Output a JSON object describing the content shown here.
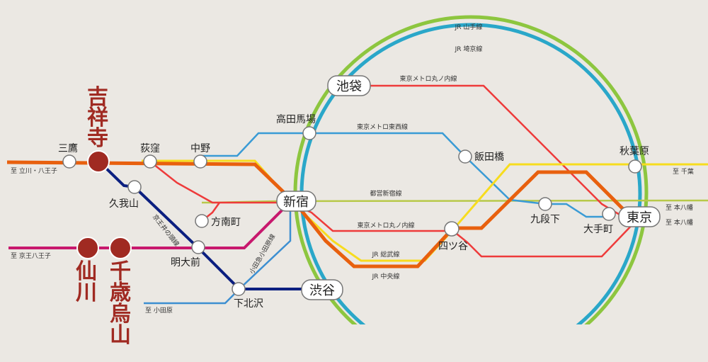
{
  "colors": {
    "yamanote": "#8dc63f",
    "saikyo": "#2aa7c9",
    "marunouchi": "#ee3b3b",
    "tozai": "#3a9bd5",
    "shinjuku_line": "#b8c94a",
    "sobu": "#f7dc1e",
    "chuo": "#e8600e",
    "keio_inokashira": "#0b1f80",
    "keio": "#c8186d",
    "odakyu": "#3d8fd1",
    "highlight": "#a02a22"
  },
  "lines": {
    "yamanote": "JR 山手線",
    "saikyo": "JR 埼京線",
    "marunouchi_top": "東京メトロ丸ノ内線",
    "tozai": "東京メトロ東西線",
    "shinjuku_line": "都営新宿線",
    "marunouchi_mid": "東京メトロ丸ノ内線",
    "sobu": "JR 総武線",
    "chuo": "JR 中央線",
    "inokashira": "京王井の頭線",
    "odakyu": "小田急小田原線"
  },
  "stations": {
    "kichijoji": "吉祥寺",
    "sengawa": "仙川",
    "chitose_karasuyama": "千歳烏山",
    "mitaka": "三鷹",
    "ogikubo": "荻窪",
    "nakano": "中野",
    "takadanobaba": "高田馬場",
    "ikebukuro": "池袋",
    "shinjuku": "新宿",
    "shibuya": "渋谷",
    "tokyo": "東京",
    "iidabashi": "飯田橋",
    "akihabara": "秋葉原",
    "kudanshita": "九段下",
    "otemachi": "大手町",
    "yotsuya": "四ツ谷",
    "kugayama": "久我山",
    "honancho": "方南町",
    "meidaimae": "明大前",
    "shimokitazawa": "下北沢"
  },
  "destinations": {
    "tachikawa": "至 立川・八王子",
    "keio_hachioji": "至 京王八王子",
    "odawara": "至 小田原",
    "chiba": "至 千葉",
    "motoyawata_1": "至 本八幡",
    "motoyawata_2": "至 本八幡"
  }
}
